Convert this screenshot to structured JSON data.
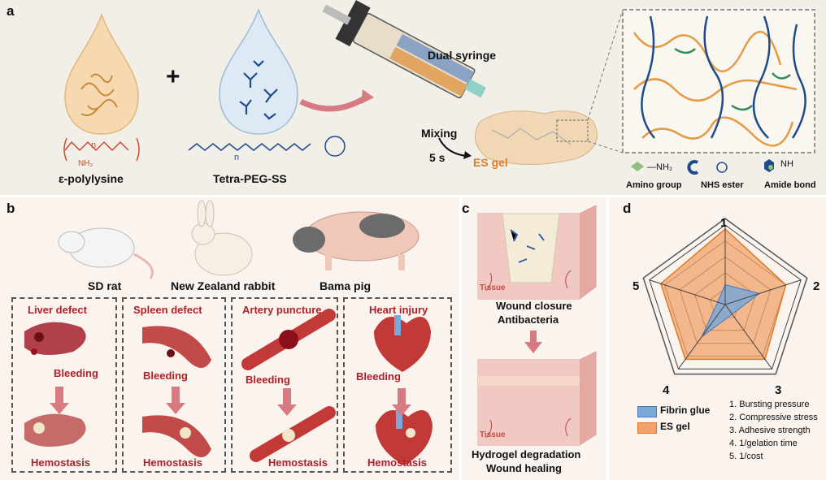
{
  "panel_a": {
    "label": "a",
    "polylysine_label": "ε-polylysine",
    "polylysine_nh2": "NH₂",
    "polylysine_n": "n",
    "plus": "+",
    "tetra_label": "Tetra-PEG-SS",
    "tetra_n": "n",
    "dual_syringe": "Dual syringe",
    "mixing": "Mixing",
    "time": "5 s",
    "es_gel": "ES gel",
    "legend": [
      {
        "name": "Amino group",
        "formula": "—NH₂"
      },
      {
        "name": "NHS ester",
        "formula": ""
      },
      {
        "name": "Amide bond",
        "formula": "NH"
      }
    ]
  },
  "panel_b": {
    "label": "b",
    "animals": [
      "SD rat",
      "New Zealand rabbit",
      "Bama pig"
    ],
    "boxes": [
      {
        "title": "Liver defect",
        "bleeding": "Bleeding",
        "hemostasis": "Hemostasis"
      },
      {
        "title": "Spleen defect",
        "bleeding": "Bleeding",
        "hemostasis": "Hemostasis"
      },
      {
        "title": "Artery puncture",
        "bleeding": "Bleeding",
        "hemostasis": "Hemostasis"
      },
      {
        "title": "Heart injury",
        "bleeding": "Bleeding",
        "hemostasis": "Hemostasis"
      }
    ]
  },
  "panel_c": {
    "label": "c",
    "tissue": "Tissue",
    "step1_line1": "Wound closure",
    "step1_line2": "Antibacteria",
    "step2_line1": "Hydrogel degradation",
    "step2_line2": "Wound healing"
  },
  "panel_d": {
    "label": "d",
    "axes": [
      "1",
      "2",
      "3",
      "4",
      "5"
    ],
    "legend": [
      "Fibrin glue",
      "ES gel"
    ],
    "notes": [
      "1. Bursting pressure",
      "2. Compressive stress",
      "3. Adhesive strength",
      "4. 1/gelation time",
      "5. 1/cost"
    ],
    "colors": {
      "fibrin": "#7aa8d8",
      "esgel": "#f2a26a"
    }
  },
  "chart_data": {
    "type": "radar",
    "categories": [
      "1",
      "2",
      "3",
      "4",
      "5"
    ],
    "series": [
      {
        "name": "ES gel",
        "values": [
          0.95,
          0.8,
          0.85,
          0.85,
          0.85
        ]
      },
      {
        "name": "Fibrin glue",
        "values": [
          0.25,
          0.45,
          0.15,
          0.5,
          0.1
        ]
      }
    ],
    "rings": 5
  }
}
